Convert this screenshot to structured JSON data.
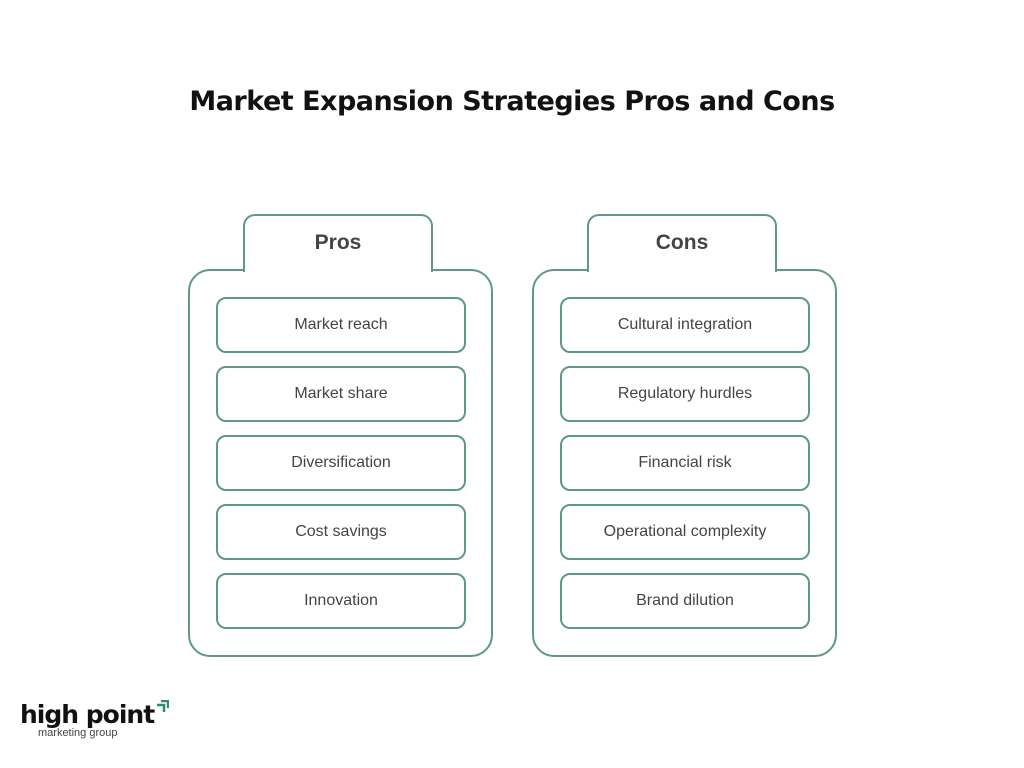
{
  "title": "Market Expansion Strategies Pros and Cons",
  "pros": {
    "label": "Pros",
    "items": [
      "Market reach",
      "Market share",
      "Diversification",
      "Cost savings",
      "Innovation"
    ]
  },
  "cons": {
    "label": "Cons",
    "items": [
      "Cultural integration",
      "Regulatory hurdles",
      "Financial risk",
      "Operational complexity",
      "Brand dilution"
    ]
  },
  "logo": {
    "name": "high point",
    "tagline": "marketing group"
  },
  "colors": {
    "border": "#5e9a82",
    "logo_accent": "#2e8a6a"
  }
}
